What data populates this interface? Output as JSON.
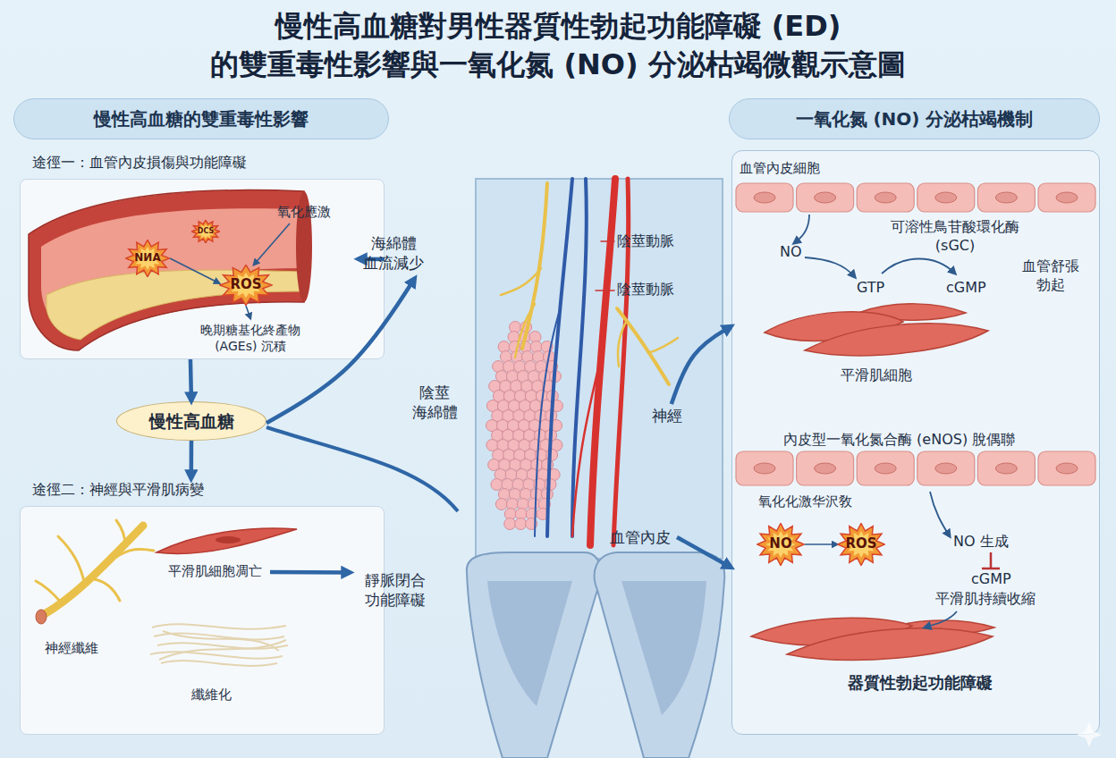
{
  "diagram": {
    "title": "慢性高血糖對男性器質性勃起功能障礙 (ED) 的雙重毒性影響與一氧化氮 (NO) 分泌枯竭微觀示意圖",
    "nodes": [
      {
        "text": [
          "慢性高血糖的雙重毒性影響"
        ]
      },
      {
        "text": [
          "途徑一：血管內皮損傷與功能障礙"
        ]
      },
      {
        "text": [
          "NИA"
        ],
        "in": 1
      },
      {
        "text": [
          "DCS"
        ],
        "in": 1
      },
      {
        "text": [
          "氧化應激"
        ],
        "in": 1
      },
      {
        "text": [
          "ROS"
        ],
        "in": 1
      },
      {
        "text": [
          "晚期糖基化終產物 (AGEs) 沉積"
        ],
        "in": 1
      },
      {
        "text": [
          "海綿體 血流減少"
        ]
      },
      {
        "text": [
          "慢性高血糖"
        ]
      },
      {
        "text": [
          "途徑二：神經與平滑肌病變"
        ]
      },
      {
        "text": [
          "平滑肌細胞凋亡"
        ],
        "in": 9
      },
      {
        "text": [
          "靜脈閉合 功能障礙"
        ]
      },
      {
        "text": [
          "神經"
        ]
      },
      {
        "text": [
          "血管內皮"
        ]
      },
      {
        "text": [
          "一氧化氮 (NO) 分泌枯竭機制"
        ]
      },
      {
        "text": [
          "血管內皮細胞"
        ]
      },
      {
        "text": [
          "NO"
        ],
        "in": 15
      },
      {
        "text": [
          "ROS"
        ],
        "in": 15
      }
    ],
    "edges": [
      {
        "from": 2,
        "to": 5,
        "arrow": "to"
      },
      {
        "from": 4,
        "to": 5,
        "arrow": "to"
      },
      {
        "from": 5,
        "to": 6,
        "arrow": "to"
      },
      {
        "from": 1,
        "to": 7,
        "arrow": "to"
      },
      {
        "from": 1,
        "to": 8,
        "arrow": "to"
      },
      {
        "from": 8,
        "to": 7,
        "arrow": "to"
      },
      {
        "from": 8,
        "to": 9,
        "arrow": "to"
      },
      {
        "from": 10,
        "to": 11,
        "arrow": "to"
      },
      {
        "from": 12,
        "to": 15,
        "arrow": "to"
      },
      {
        "from": 13,
        "to": 15,
        "arrow": "to"
      },
      {
        "from": 16,
        "to": 17,
        "arrow": "to"
      }
    ],
    "labels": [
      "神經纖維",
      "纖維化",
      "陰莖動脈",
      "陰莖動脈",
      "陰莖 海綿體",
      "可溶性鳥苷酸環化酶 (sGC)",
      "NO",
      "GTP",
      "cGMP",
      "血管舒張 勃起",
      "平滑肌細胞",
      "內皮型一氧化氮合酶 (eNOS) 脫偶聯",
      "氧化化激华沢敎",
      "NO 生成",
      "cGMP",
      "平滑肌持續收縮",
      "器質性勃起功能障礙"
    ]
  }
}
